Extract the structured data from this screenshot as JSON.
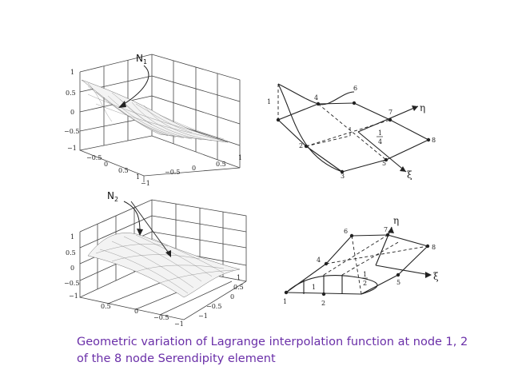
{
  "figure": {
    "panel_n1": {
      "label": "N",
      "label_sub": "1",
      "z_ticks": [
        "1",
        "0.5",
        "0",
        "−0.5",
        "−1"
      ],
      "y_ticks": [
        "−0.5",
        "0",
        "0.5",
        "1"
      ],
      "x_ticks": [
        "−1",
        "−0.5",
        "0",
        "0.5",
        "1"
      ]
    },
    "panel_n2": {
      "label": "N",
      "label_sub": "2",
      "z_ticks": [
        "1",
        "0.5",
        "0",
        "−0.5",
        "−1"
      ],
      "y_ticks": [
        "1",
        "0.5",
        "0",
        "−0.5",
        "−1"
      ],
      "x_ticks": [
        "0.5",
        "0",
        "−0.5",
        "−1"
      ]
    },
    "sketch_top": {
      "nodes": [
        "1",
        "2",
        "3",
        "4",
        "5",
        "6",
        "7",
        "8"
      ],
      "axis_eta": "η",
      "axis_xi": "ξ",
      "frac_num": "1",
      "frac_den": "4"
    },
    "sketch_bottom": {
      "nodes": [
        "1",
        "2",
        "4",
        "5",
        "6",
        "7",
        "8"
      ],
      "axis_eta": "η",
      "axis_xi": "ξ",
      "frac_num": "1",
      "frac_den": "2",
      "inner_tick": "1"
    }
  },
  "caption": {
    "line1": "Geometric variation of Lagrange interpolation function at node 1, 2",
    "line2": "of the 8 node Serendipity element",
    "color": "#6a2fa8"
  }
}
